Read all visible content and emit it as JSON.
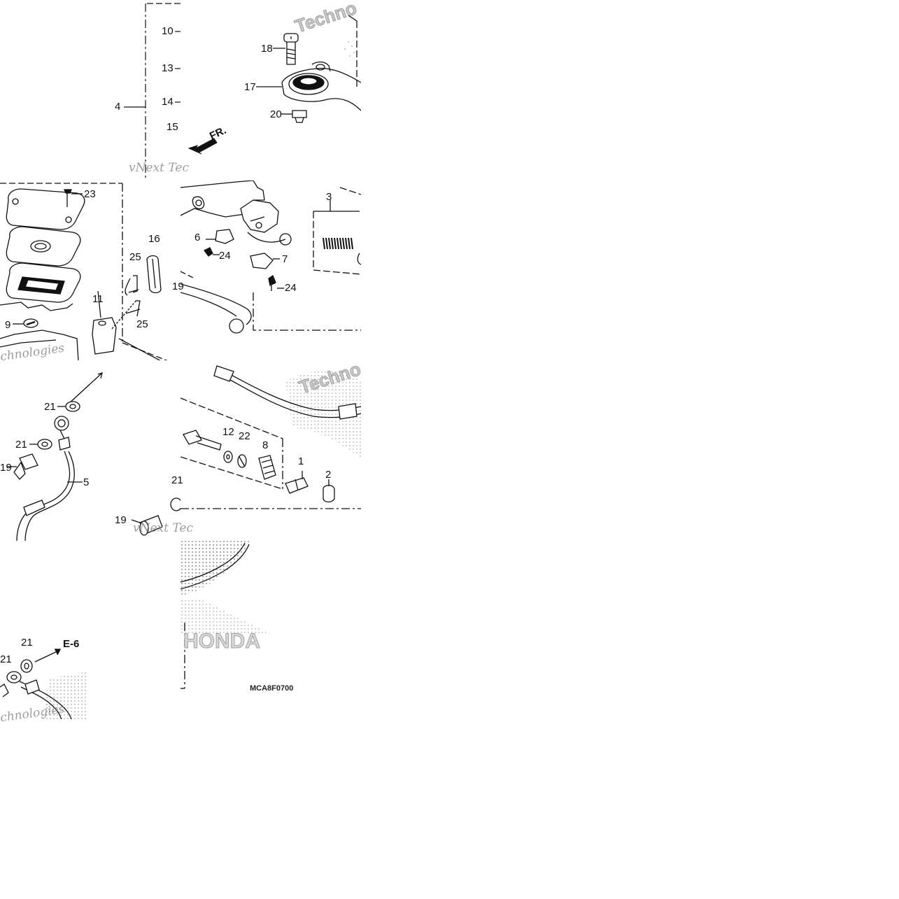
{
  "diagram": {
    "code": "MCA8F0700",
    "reference": "E-6",
    "direction_label": "FR.",
    "watermarks": {
      "tech": "Techno",
      "vnext": "vNext Tec",
      "logies": "chnologies",
      "honda": "HONDA"
    },
    "callouts": {
      "c1": "1",
      "c2": "2",
      "c3": "3",
      "c4": "4",
      "c5": "5",
      "c6": "6",
      "c7": "7",
      "c8": "8",
      "c9": "9",
      "c10": "10",
      "c11": "11",
      "c12": "12",
      "c13": "13",
      "c14": "14",
      "c15": "15",
      "c16": "16",
      "c17": "17",
      "c18": "18",
      "c19": "19",
      "c19b": "19",
      "c19c": "19",
      "c20": "20",
      "c21a": "21",
      "c21b": "21",
      "c21c": "21",
      "c21d": "21",
      "c21e": "21",
      "c22": "22",
      "c23": "23",
      "c24a": "24",
      "c24b": "24",
      "c25a": "25",
      "c25b": "25"
    }
  }
}
